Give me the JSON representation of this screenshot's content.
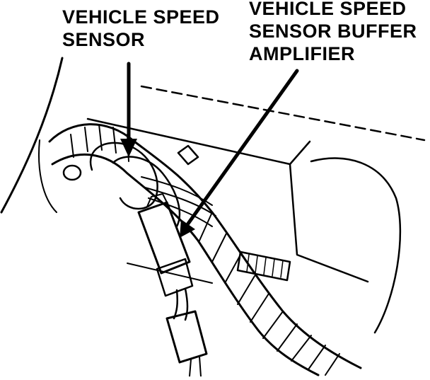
{
  "callouts": {
    "vehicle_speed_sensor": {
      "line1": "VEHICLE SPEED",
      "line2": "SENSOR"
    },
    "buffer_amplifier": {
      "line1": "VEHICLE SPEED",
      "line2": "SENSOR BUFFER",
      "line3": "AMPLIFIER"
    }
  },
  "colors": {
    "ink": "#000000",
    "paper": "#ffffff"
  }
}
